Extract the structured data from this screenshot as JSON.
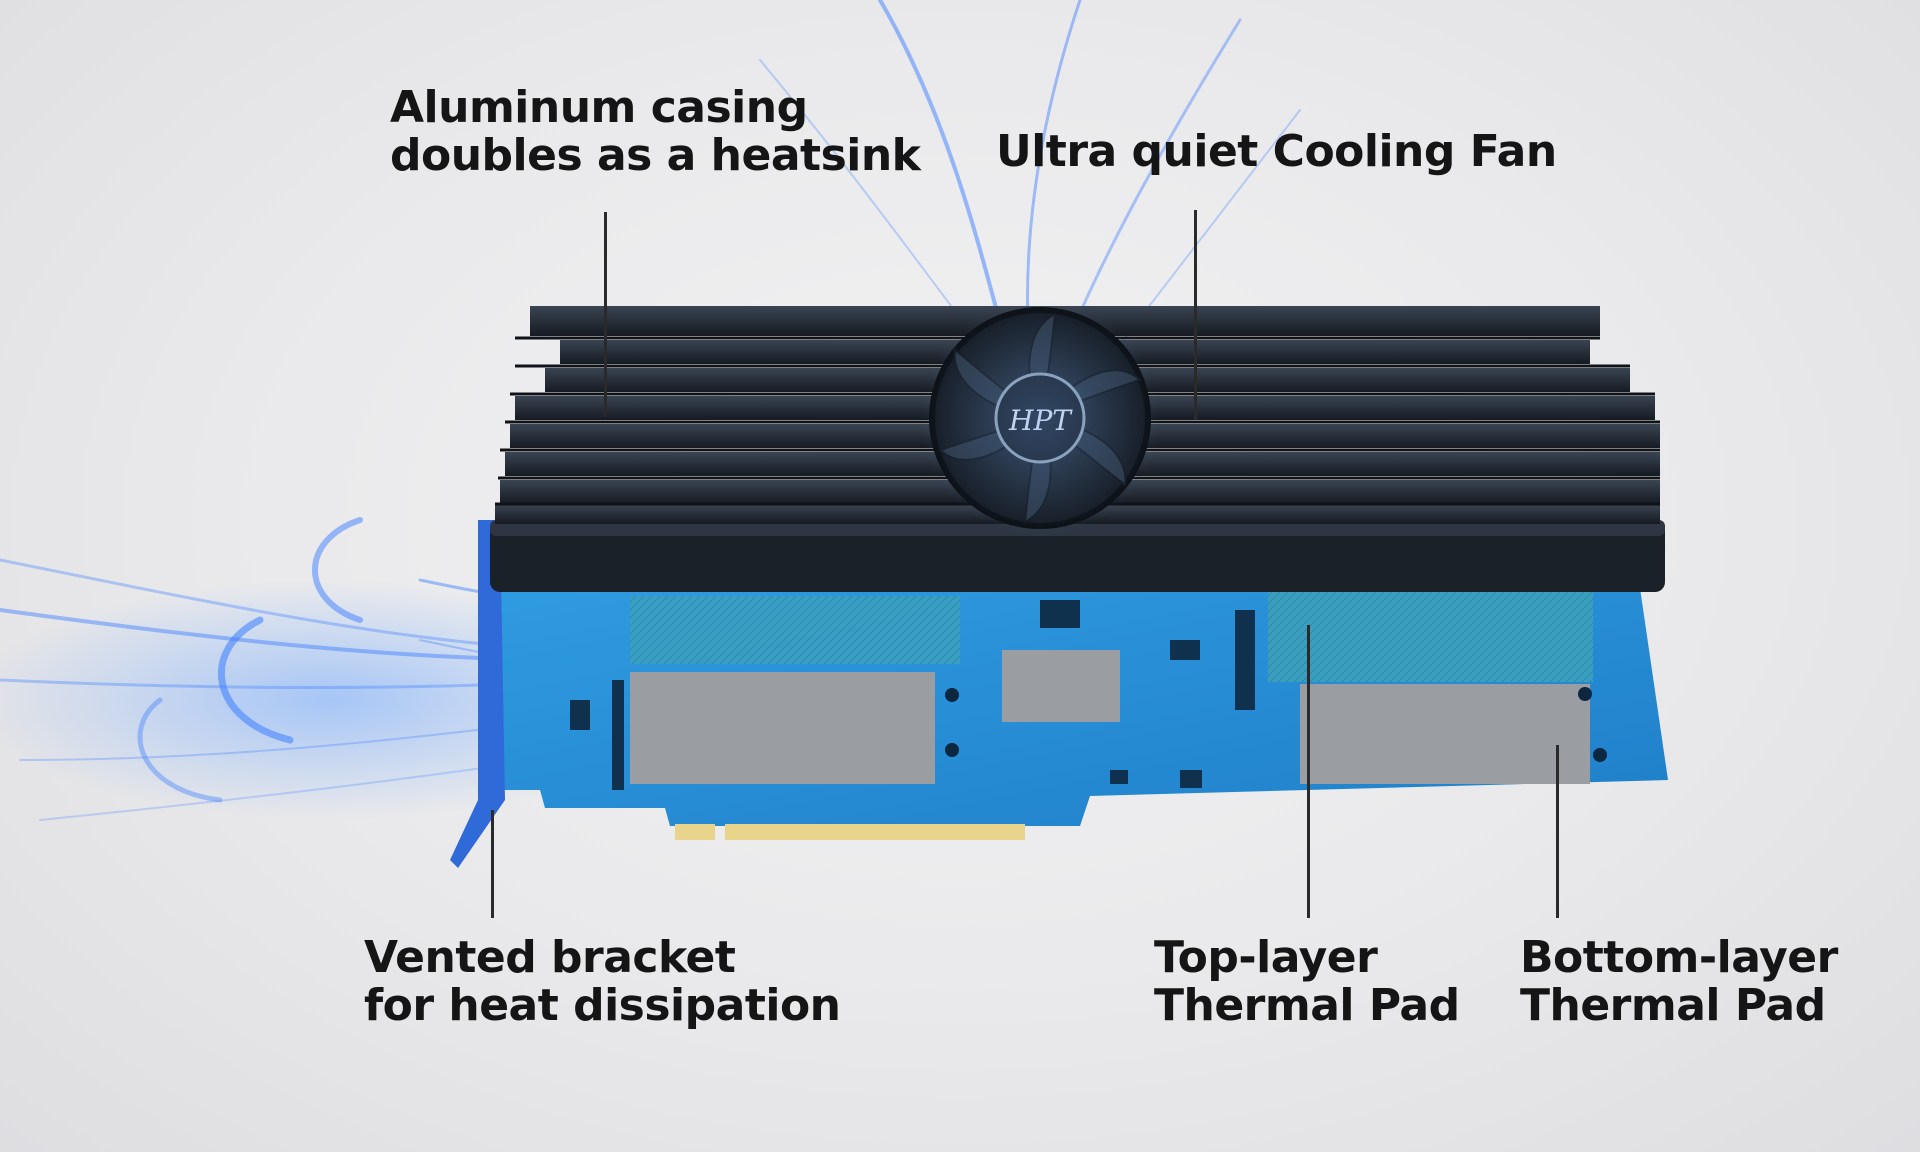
{
  "callouts": {
    "aluminum_casing": {
      "line1": "Aluminum casing",
      "line2": "doubles as a heatsink"
    },
    "cooling_fan": {
      "line1": "Ultra quiet Cooling Fan"
    },
    "vented_bracket": {
      "line1": "Vented bracket",
      "line2": "for heat dissipation"
    },
    "top_thermal_pad": {
      "line1": "Top-layer",
      "line2": "Thermal Pad"
    },
    "bottom_thermal_pad": {
      "line1": "Bottom-layer",
      "line2": "Thermal Pad"
    }
  },
  "fan_logo": "HPT",
  "colors": {
    "background": "#e9e9eb",
    "heatsink": "#1f2630",
    "pcb": "#2a8fd6",
    "thermal_pad_top": "#3aa0c0",
    "thermal_pad_bottom": "#9a9ea3",
    "gold_contacts": "#e8d48a",
    "airflow": "#3b7dff"
  }
}
